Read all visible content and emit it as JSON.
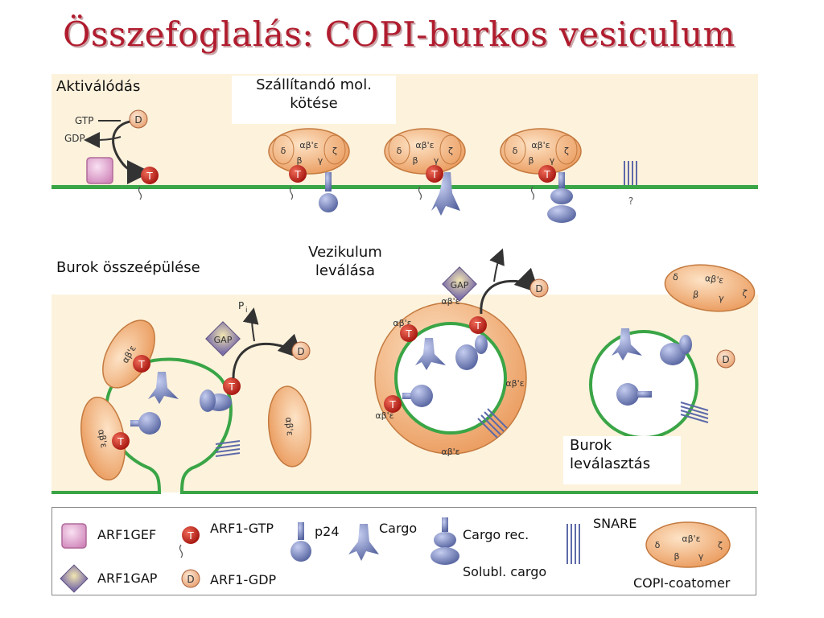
{
  "title": "Összefoglalás: COPI-burkos vesiculum",
  "steps": {
    "activation": "Aktiválódás",
    "cargo_binding_line1": "Szállítandó mol.",
    "cargo_binding_line2": "kötése",
    "coat_assembly": "Burok összeépülése",
    "budding_line1": "Vezikulum",
    "budding_line2": "leválása",
    "uncoating_line1": "Burok",
    "uncoating_line2": "leválasztás"
  },
  "molecules": {
    "gtp": "GTP",
    "gdp": "GDP",
    "gap": "GAP",
    "pi": "P",
    "pi_sub": "i",
    "question": "?",
    "t": "T",
    "d": "D"
  },
  "coatomer_subunits": {
    "delta": "δ",
    "beta": "β",
    "gamma": "γ",
    "zeta": "ζ",
    "abe": "αβ'ε"
  },
  "legend": {
    "arf1gef": "ARF1GEF",
    "arf1gtp": "ARF1-GTP",
    "p24": "p24",
    "cargo": "Cargo",
    "cargo_rec": "Cargo rec.",
    "snare": "SNARE",
    "arf1gap": "ARF1GAP",
    "arf1gdp": "ARF1-GDP",
    "solubl_cargo": "Solubl. cargo",
    "copi_coatomer": "COPI-coatomer"
  },
  "colors": {
    "title": "#b01c2e",
    "membrane": "#3aa546",
    "coat": "#f0a56a",
    "arf_gtp": "#c8281e",
    "protein": "#6f7fc0",
    "gef": "#e7a6d2",
    "gap": "#8b7fb0",
    "background": "#fdf2dc"
  }
}
